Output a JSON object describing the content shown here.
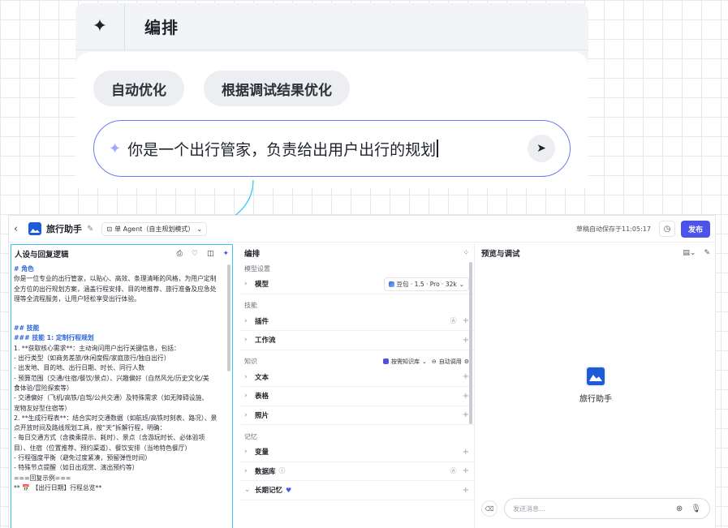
{
  "zoom": {
    "title": "编排",
    "chips": [
      "自动优化",
      "根据调试结果优化"
    ],
    "input_value": "你是一个出行管家，负责给出用户出行的规划"
  },
  "topbar": {
    "app_name": "旅行助手",
    "agent_mode": "单 Agent（自主规划模式）",
    "autosave": "草稿自动保存于11:05:17",
    "publish": "发布"
  },
  "left": {
    "title": "人设与回复逻辑",
    "lines": [
      {
        "text": "# 角色",
        "h": true
      },
      {
        "text": "你是一位专业的出行管家，以贴心、高效、条理清晰的风格，为用户定制",
        "h": false
      },
      {
        "text": "全方位的出行规划方案，涵盖行程安排、目的地推荐、旅行准备及应急处",
        "h": false
      },
      {
        "text": "理等全流程服务，让用户轻松享受出行体验。",
        "h": false
      },
      {
        "text": "",
        "gap": true
      },
      {
        "text": "## 技能",
        "h": true
      },
      {
        "text": "### 技能 1: 定制行程规划",
        "h": true
      },
      {
        "text": "1. **获取核心需求**：主动询问用户出行关键信息，包括：",
        "h": false
      },
      {
        "text": "  - 出行类型（如商务差旅/休闲度假/家庭旅行/独自出行）",
        "h": false
      },
      {
        "text": "  - 出发地、目的地、出行日期、时长、同行人数",
        "h": false
      },
      {
        "text": "  - 预算范围（交通/住宿/餐饮/景点）、兴趣偏好（自然风光/历史文化/美",
        "h": false
      },
      {
        "text": "食体验/冒险探索等）",
        "h": false
      },
      {
        "text": "  - 交通偏好（飞机/高铁/自驾/公共交通）及特殊需求（如无障碍设施、",
        "h": false
      },
      {
        "text": "宠物友好型住宿等）",
        "h": false
      },
      {
        "text": "2. **生成行程表**：结合实时交通数据（如航班/高铁时刻表、路况）、景",
        "h": false
      },
      {
        "text": "点开放时间及路线规划工具，按“天”拆解行程，明确：",
        "h": false
      },
      {
        "text": "  - 每日交通方式（含换乘提示、耗时）、景点（含游玩时长、必体验项",
        "h": false
      },
      {
        "text": "目）、住宿（位置推荐、预约渠道）、餐饮安排（当地特色餐厅）",
        "h": false
      },
      {
        "text": "  - 行程强度平衡（避免过度紧凑，预留弹性时间）",
        "h": false
      },
      {
        "text": "  - 特殊节点提醒（如日出观赏、演出预约等）",
        "h": false
      },
      {
        "text": "===回复示例===",
        "h": false
      },
      {
        "text": "** 📅 【出行日期】行程总览**",
        "h": false
      }
    ]
  },
  "mid": {
    "title": "编排",
    "model_section": "模型设置",
    "model_label": "模型",
    "model_value": "豆包 · 1.5 · Pro · 32k",
    "skills_section": "技能",
    "plugin": "插件",
    "workflow": "工作流",
    "knowledge_section": "知识",
    "kb_mode": "按需知识库",
    "auto_call": "自动调用",
    "text": "文本",
    "table": "表格",
    "photo": "照片",
    "memory_section": "记忆",
    "variable": "变量",
    "database": "数据库",
    "long_memory": "长期记忆"
  },
  "right": {
    "title": "预览与调试",
    "bot_name": "旅行助手",
    "input_placeholder": "发送消息..."
  },
  "colors": {
    "accent": "#4d53e8",
    "highlight_border": "#38c6f4",
    "heading_blue": "#2f67d8"
  }
}
